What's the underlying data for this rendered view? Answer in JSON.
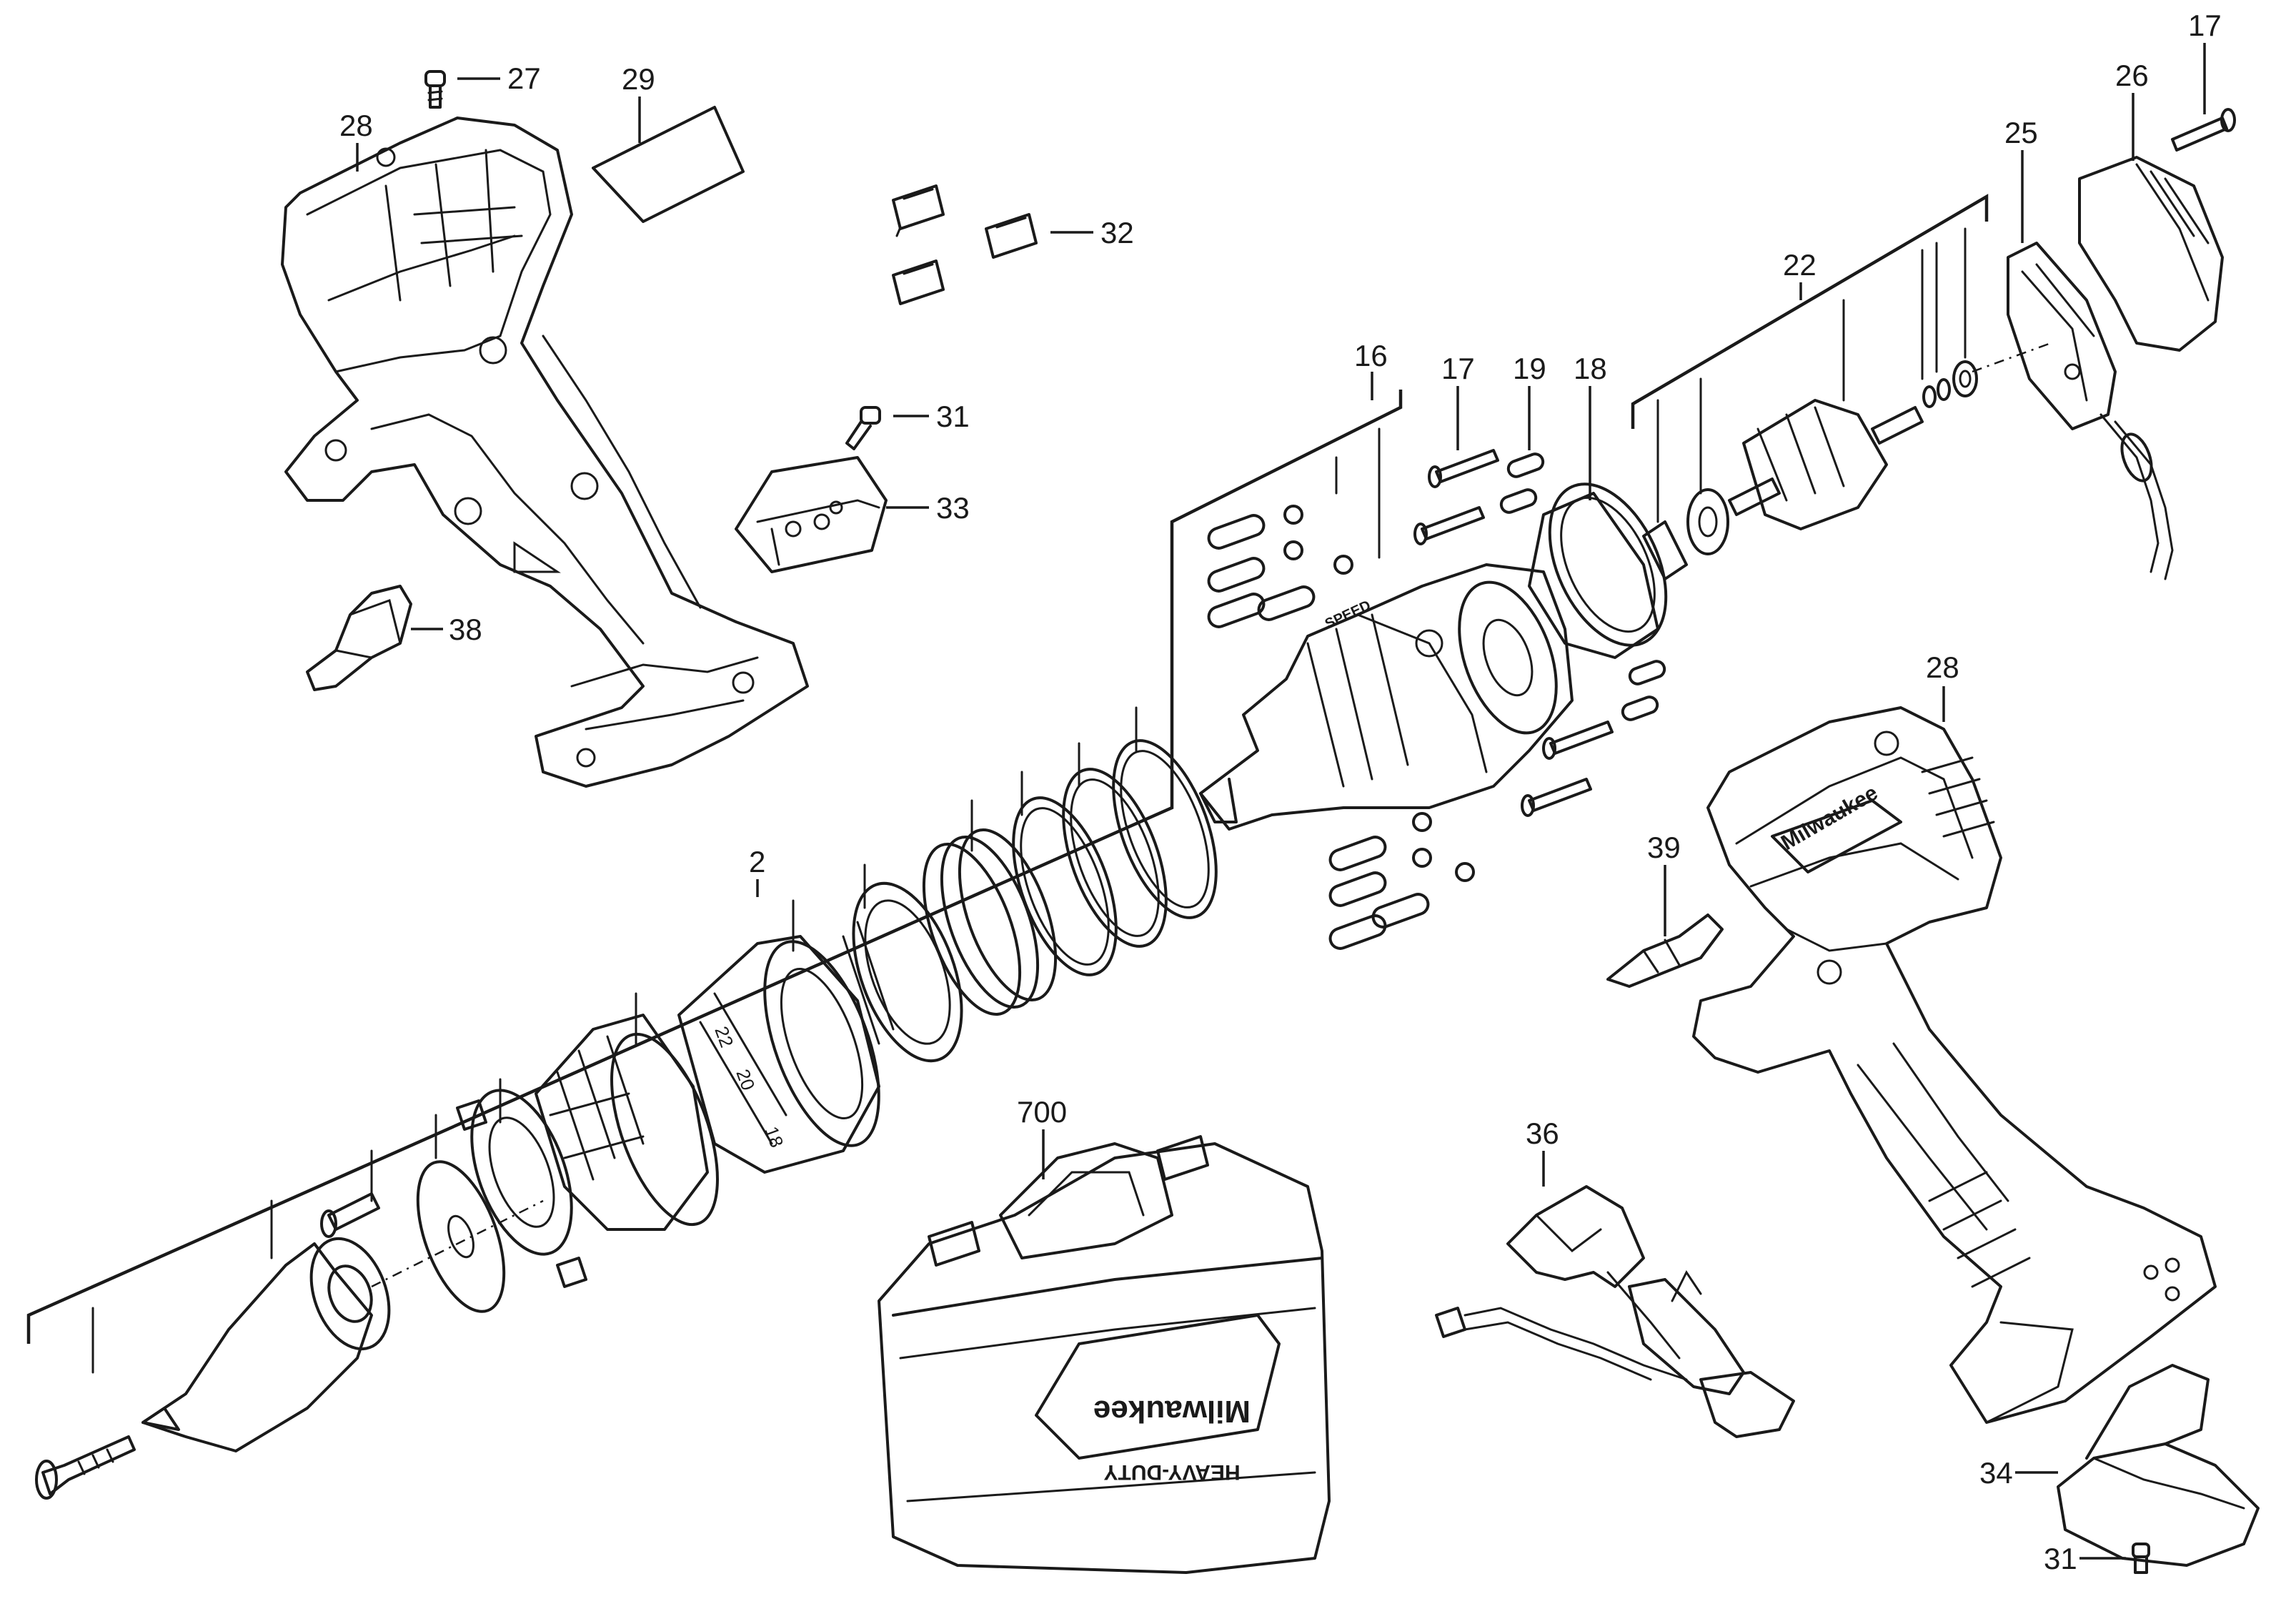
{
  "callouts": {
    "p27": "27",
    "p29": "29",
    "p28_top": "28",
    "p32": "32",
    "p31_top": "31",
    "p33": "33",
    "p38": "38",
    "p16": "16",
    "p17_mid": "17",
    "p19": "19",
    "p18": "18",
    "p22": "22",
    "p25": "25",
    "p26": "26",
    "p17_top": "17",
    "p28_right": "28",
    "p39": "39",
    "p2": "2",
    "p700": "700",
    "p36": "36",
    "p34": "34",
    "p31_bottom": "31"
  },
  "markings": {
    "brand_housing": "Milwaukee",
    "brand_case": "Milwaukee",
    "case_tagline": "HEAVY-DUTY",
    "clutch_dial": [
      "22",
      "20",
      "18"
    ],
    "gearbox_badge": "SPEED"
  }
}
